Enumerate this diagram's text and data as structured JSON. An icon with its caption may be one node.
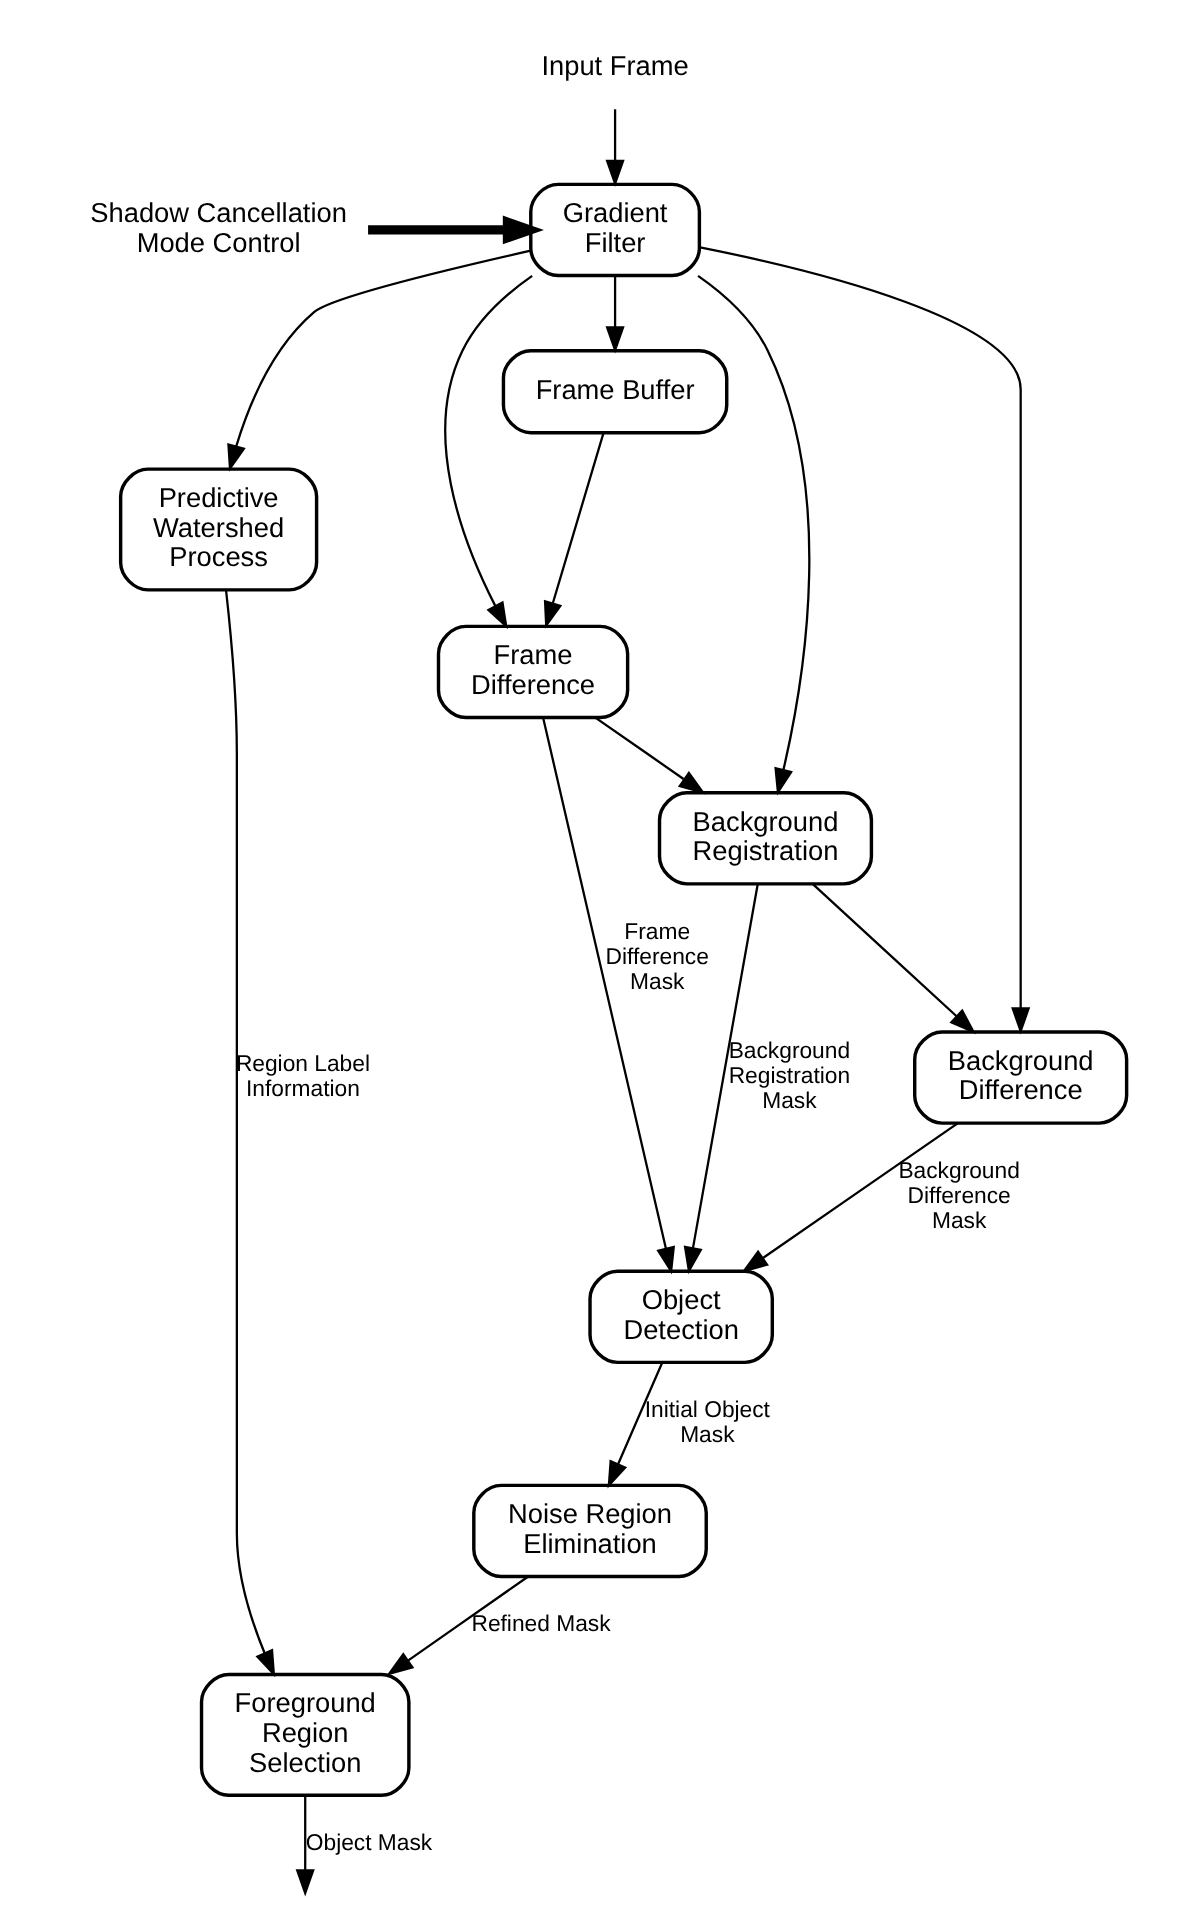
{
  "diagram": {
    "nodes": [
      {
        "text": [
          "Input Frame"
        ]
      },
      {
        "text": [
          "Shadow Cancellation Mode Control"
        ]
      },
      {
        "text": [
          "Gradient Filter"
        ]
      },
      {
        "text": [
          "Frame Buffer"
        ]
      },
      {
        "text": [
          "Predictive Watershed Process"
        ]
      },
      {
        "text": [
          "Background Registration"
        ]
      },
      {
        "text": [
          "Frame Difference"
        ]
      },
      {
        "text": [
          "Background Difference"
        ]
      },
      {
        "text": [
          "Object Detection"
        ]
      },
      {
        "text": [
          "Noise Region Elimination"
        ]
      },
      {
        "text": [
          "Foreground Region Selection"
        ]
      }
    ],
    "edges": [
      {
        "from": 0,
        "to": 2,
        "arrow": "to"
      },
      {
        "from": 1,
        "to": 2,
        "arrow": "to",
        "style": "thick"
      },
      {
        "from": 2,
        "to": 3,
        "arrow": "to"
      },
      {
        "from": 2,
        "to": 4,
        "arrow": "to"
      },
      {
        "from": 2,
        "to": 5,
        "arrow": "to"
      },
      {
        "from": 2,
        "to": 6,
        "arrow": "to"
      },
      {
        "from": 2,
        "to": 7,
        "arrow": "to"
      },
      {
        "from": 3,
        "to": 6,
        "arrow": "to"
      },
      {
        "from": 6,
        "to": 5,
        "arrow": "to"
      },
      {
        "from": 5,
        "to": 7,
        "arrow": "to"
      },
      {
        "from": 5,
        "to": 8,
        "arrow": "to",
        "label": "Background Registration Mask"
      },
      {
        "from": 7,
        "to": 8,
        "arrow": "to",
        "label": "Background Difference Mask"
      },
      {
        "from": 6,
        "to": 8,
        "arrow": "to",
        "label": "Frame Difference Mask"
      },
      {
        "from": 8,
        "to": 9,
        "arrow": "to",
        "label": "Initial Object Mask"
      },
      {
        "from": 9,
        "to": 10,
        "arrow": "to",
        "label": "Refined Mask"
      },
      {
        "from": 4,
        "to": 10,
        "arrow": "to",
        "label": "Region Label Information"
      },
      {
        "from": 10,
        "to": null,
        "arrow": "to",
        "label": "Object Mask"
      }
    ]
  }
}
